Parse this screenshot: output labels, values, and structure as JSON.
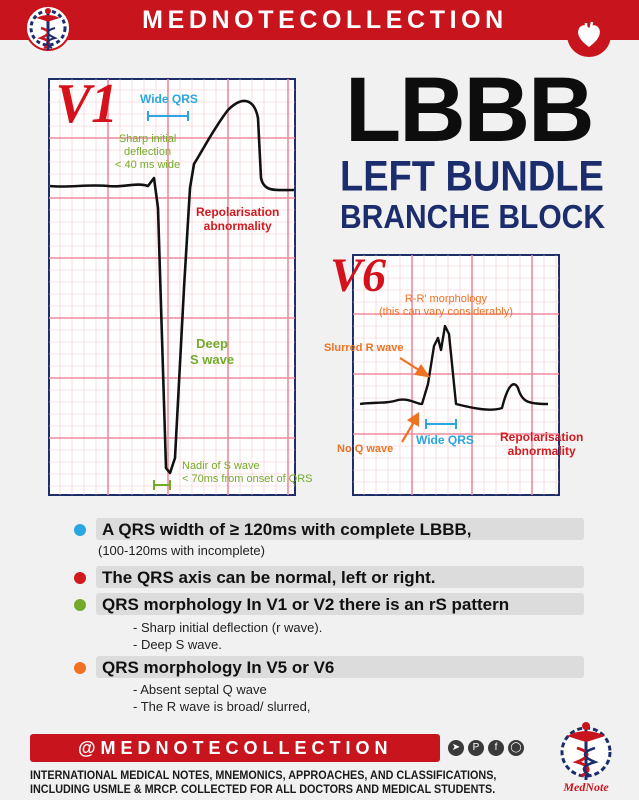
{
  "header": {
    "brand": "MEDNOTECOLLECTION"
  },
  "title": {
    "main": "LBBB",
    "line1": "LEFT BUNDLE",
    "line2": "BRANCHE BLOCK"
  },
  "v1_panel": {
    "label": "V1",
    "wide_qrs": "Wide QRS",
    "sharp_initial": [
      "Sharp initial",
      "deflection",
      "< 40 ms wide"
    ],
    "repolarisation": [
      "Repolarisation",
      "abnormality"
    ],
    "deep_s": [
      "Deep",
      "S wave"
    ],
    "nadir": [
      "Nadir of S wave",
      "< 70ms from onset of QRS"
    ]
  },
  "v6_panel": {
    "label": "V6",
    "rr_morphology": [
      "R-R' morphology",
      "(this can vary considerably)"
    ],
    "slurred_r": "Slurred R wave",
    "no_q": "No Q wave",
    "wide_qrs": "Wide QRS",
    "repolarisation": [
      "Repolarisation",
      "abnormality"
    ]
  },
  "colors": {
    "brand_red": "#c8141d",
    "title_navy": "#1c2d6e",
    "grid_pink": "#f2a0ac",
    "panel_border": "#1e2e6a",
    "blue": "#2aa6e0",
    "red": "#d11a1f",
    "green": "#74aa2a",
    "orange": "#ee7222"
  },
  "bullets": [
    {
      "color": "#2aa6e0",
      "text": "A QRS width of ≥ 120ms with complete LBBB,",
      "subs": [
        "(100-120ms with incomplete)"
      ]
    },
    {
      "color": "#d11a1f",
      "text": "The QRS axis can be normal, left or right.",
      "subs": []
    },
    {
      "color": "#74aa2a",
      "text": "QRS morphology In V1 or V2 there is an rS pattern",
      "subs": [
        "- Sharp initial deflection (r wave).",
        "- Deep S wave."
      ]
    },
    {
      "color": "#ee7222",
      "text": "QRS morphology In V5 or V6",
      "subs": [
        "- Absent septal Q wave",
        "- The R wave is broad/ slurred,"
      ]
    }
  ],
  "footer": {
    "handle": "@MEDNOTECOLLECTION",
    "line1": "INTERNATIONAL MEDICAL NOTES, MNEMONICS, APPROACHES, AND CLASSIFICATIONS,",
    "line2": "INCLUDING USMLE & MRCP.  COLLECTED  FOR  ALL DOCTORS AND MEDICAL STUDENTS.",
    "social_icons": [
      "telegram-icon",
      "pinterest-icon",
      "facebook-icon",
      "instagram-icon"
    ],
    "logo_text": "MedNote"
  }
}
